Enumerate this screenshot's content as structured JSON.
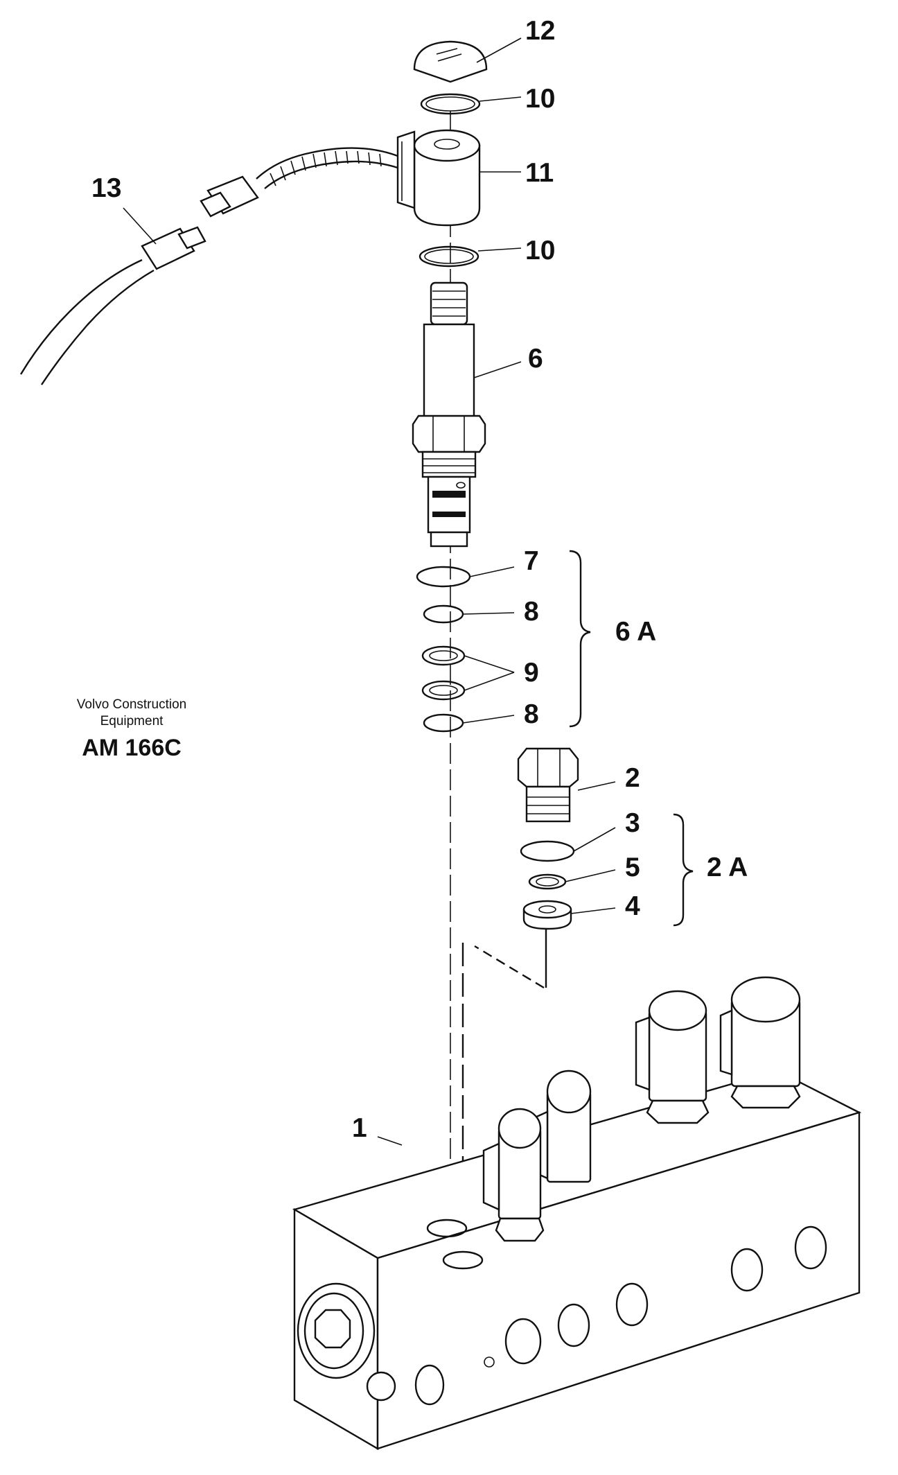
{
  "callouts": {
    "c12": "12",
    "c10a": "10",
    "c11": "11",
    "c13": "13",
    "c10b": "10",
    "c6": "6",
    "c7": "7",
    "c8a": "8",
    "c6A": "6 A",
    "c9": "9",
    "c8b": "8",
    "c2": "2",
    "c3": "3",
    "c5": "5",
    "c2A": "2 A",
    "c4": "4",
    "c1": "1"
  },
  "credit": {
    "line1": "Volvo Construction",
    "line2": "Equipment"
  },
  "doc_code": "AM 166C"
}
